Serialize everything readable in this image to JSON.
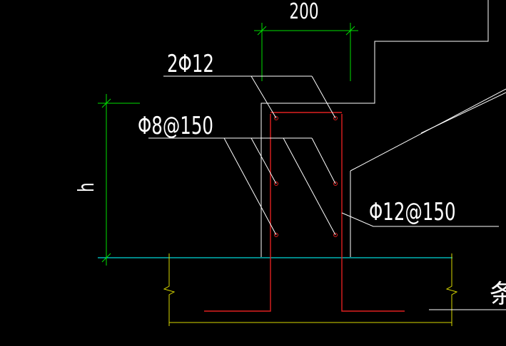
{
  "labels": {
    "top_dimension": "200",
    "top_rebar": "2Φ12",
    "stirrup": "Φ8@150",
    "wall_rebar": "Φ12@150",
    "height_dim": "h",
    "right_cut_text": "条"
  },
  "colors": {
    "background": "#000000",
    "outline": "#ffffff",
    "rebar": "#e02020",
    "dimension": "#00e000",
    "slab_line": "#00d8d8",
    "break_line": "#d8d800"
  }
}
